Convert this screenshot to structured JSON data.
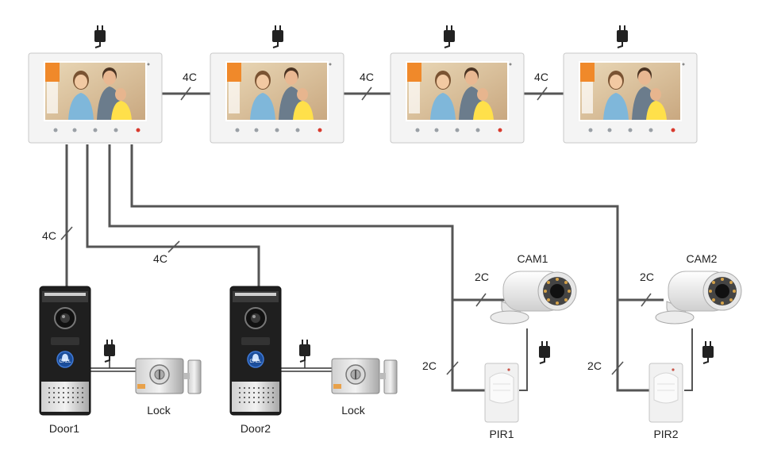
{
  "wire_labels": {
    "monitor_link_1": "4C",
    "monitor_link_2": "4C",
    "monitor_link_3": "4C",
    "door1_link": "4C",
    "door2_link": "4C",
    "cam1_link": "2C",
    "cam2_link": "2C",
    "pir1_link": "2C",
    "pir2_link": "2C"
  },
  "devices": {
    "door1": "Door1",
    "door2": "Door2",
    "lock1": "Lock",
    "lock2": "Lock",
    "cam1": "CAM1",
    "cam2": "CAM2",
    "pir1": "PIR1",
    "pir2": "PIR2"
  },
  "doorbell_button_text": "CALL",
  "colors": {
    "wire": "#555555",
    "monitor_body": "#f4f4f4",
    "door_panel": "#2b2b2b",
    "accent_orange": "#f0892a",
    "call_button": "#1b4d9a"
  }
}
